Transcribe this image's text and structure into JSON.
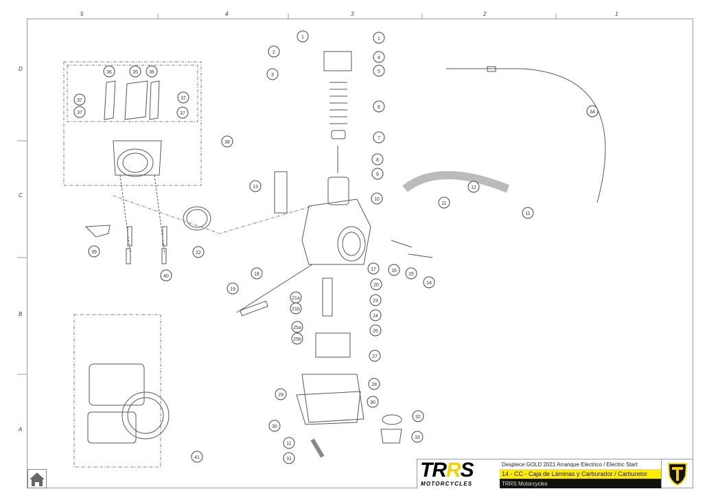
{
  "grid": {
    "columns": [
      "5",
      "4",
      "3",
      "2",
      "1"
    ],
    "rows": [
      "D",
      "C",
      "B",
      "A"
    ]
  },
  "callouts": [
    "1",
    "1",
    "2",
    "4",
    "3",
    "5",
    "6",
    "7",
    "8",
    "9",
    "10",
    "11",
    "12",
    "11",
    "13",
    "34",
    "36",
    "35",
    "36",
    "37",
    "37",
    "37",
    "37",
    "38",
    "39",
    "22",
    "40",
    "18",
    "19",
    "20",
    "21a",
    "21b",
    "23",
    "24",
    "25a",
    "25b",
    "26",
    "27",
    "28",
    "29",
    "30",
    "30",
    "32",
    "33",
    "11",
    "31",
    "16",
    "15",
    "14",
    "17",
    "41"
  ],
  "title_block": {
    "logo_top": "TRRS",
    "logo_bottom": "MOTORCYCLES",
    "line1": "Despiece GOLD 2021 Arranque Electrico / Electric Start",
    "line2": "14 - CC - Caja de Láminas y Carburador / Carburetor",
    "line3": "TRRS Motorcycles"
  },
  "icons": {
    "home": "home-icon",
    "shield": "trrs-shield-logo"
  },
  "colors": {
    "accent": "#ffec00",
    "dark": "#111111",
    "line": "#555555"
  }
}
